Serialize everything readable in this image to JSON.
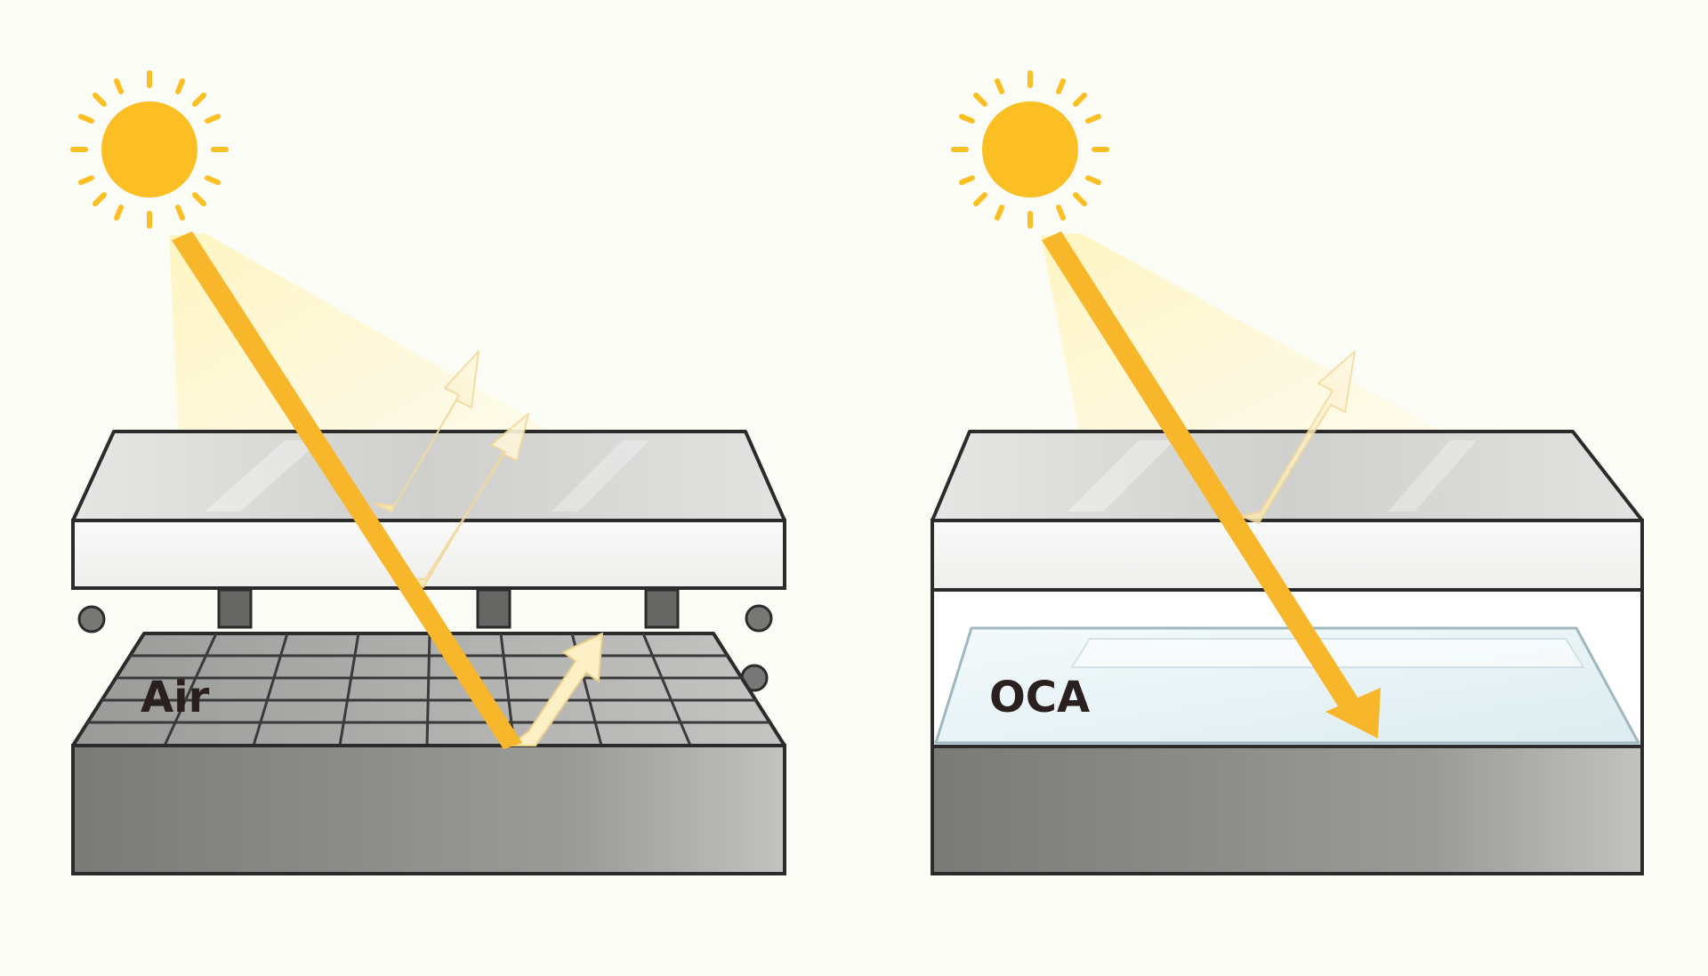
{
  "panels": [
    {
      "id": "air",
      "label": "Air"
    },
    {
      "id": "oca",
      "label": "OCA"
    }
  ],
  "colors": {
    "background": "#fcfcf7",
    "sun": "#fbbf24",
    "incident_ray": "#f8b62a",
    "reflected_ray": "#fdf1c9",
    "outline": "#2b2b2b",
    "glass_top": "#d8d8d6",
    "oca_fill": "#e8f4f7",
    "base": "#8a8a86"
  },
  "icons": {
    "light_source": "sun-icon",
    "incident": "incident-ray-arrow",
    "reflection": "reflected-ray-arrow"
  }
}
